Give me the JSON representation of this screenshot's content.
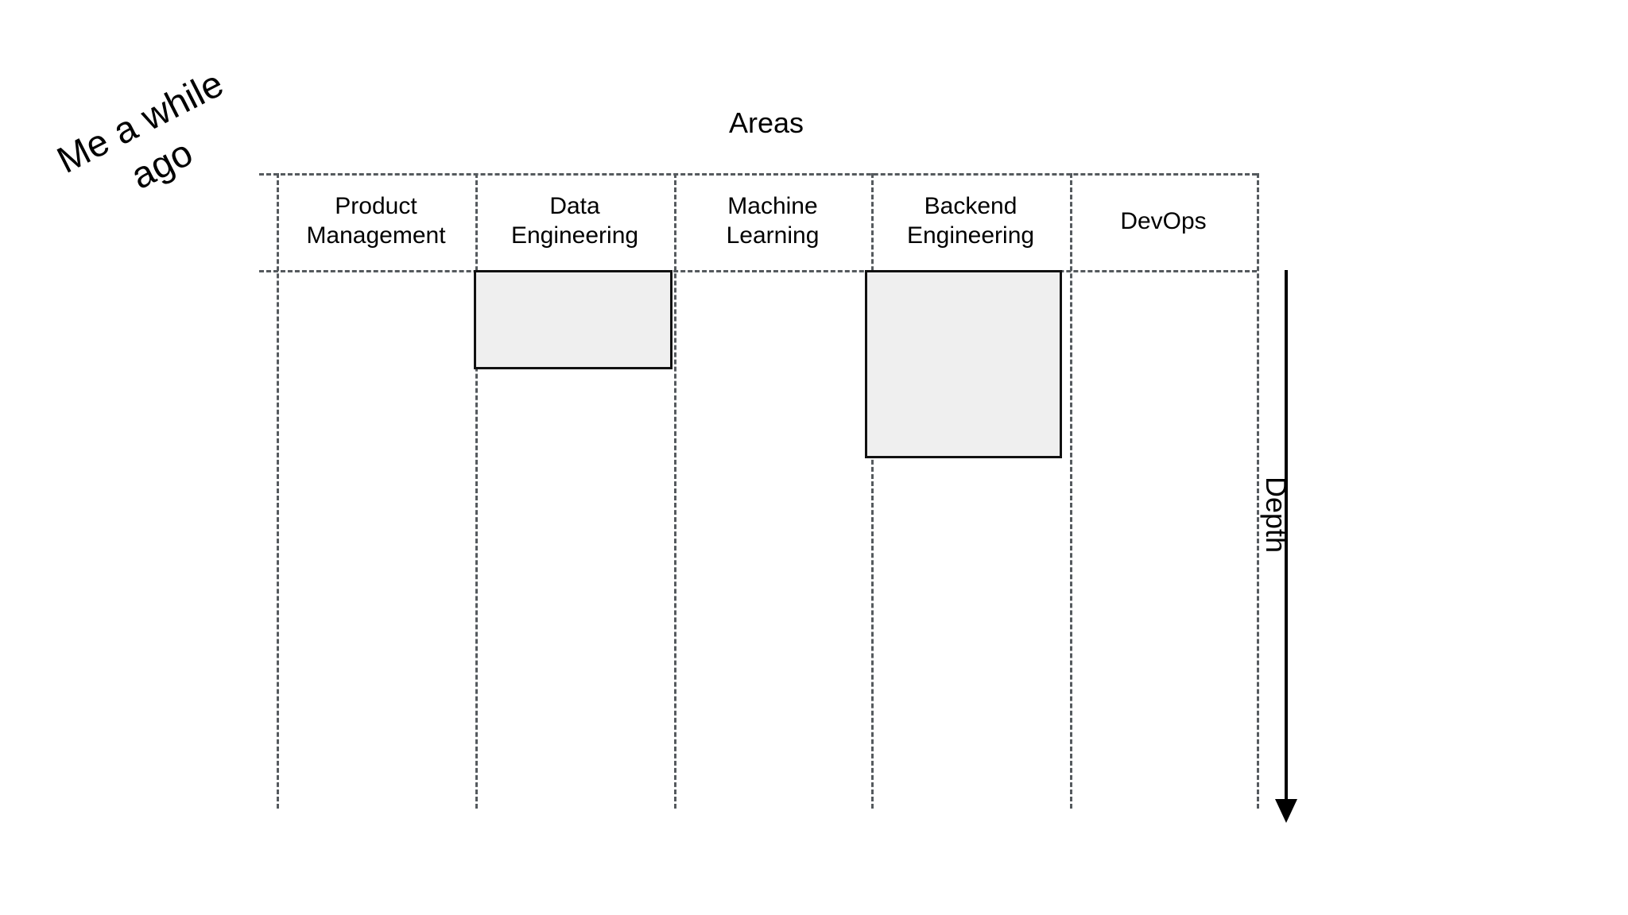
{
  "annotation": {
    "text": "Me a while\nago"
  },
  "chart_data": {
    "type": "bar",
    "title": "Areas",
    "xlabel": "Areas",
    "ylabel": "Depth",
    "orientation": "vertical-downward",
    "grid": "dashed-columns",
    "legend": "none",
    "axis_direction_note": "Depth increases downward",
    "categories": [
      "Product\nManagement",
      "Data\nEngineering",
      "Machine\nLearning",
      "Backend\nEngineering",
      "DevOps"
    ],
    "category_labels_flat": [
      "Product Management",
      "Data Engineering",
      "Machine Learning",
      "Backend Engineering",
      "DevOps"
    ],
    "values": [
      0,
      125,
      0,
      237,
      0
    ],
    "value_units": "px-depth",
    "bars": [
      {
        "category": "Product Management",
        "depth": 0,
        "visible": false
      },
      {
        "category": "Data Engineering",
        "depth": 125,
        "visible": true
      },
      {
        "category": "Machine Learning",
        "depth": 0,
        "visible": false
      },
      {
        "category": "Backend Engineering",
        "depth": 237,
        "visible": true
      },
      {
        "category": "DevOps",
        "depth": 0,
        "visible": false
      }
    ],
    "ylim": [
      0,
      680
    ],
    "colors": {
      "bar_fill": "#efefef",
      "bar_stroke": "#111111",
      "grid_line": "#555a5e",
      "text": "#000000",
      "background": "#ffffff"
    }
  },
  "axis": {
    "depth_label": "Depth"
  }
}
